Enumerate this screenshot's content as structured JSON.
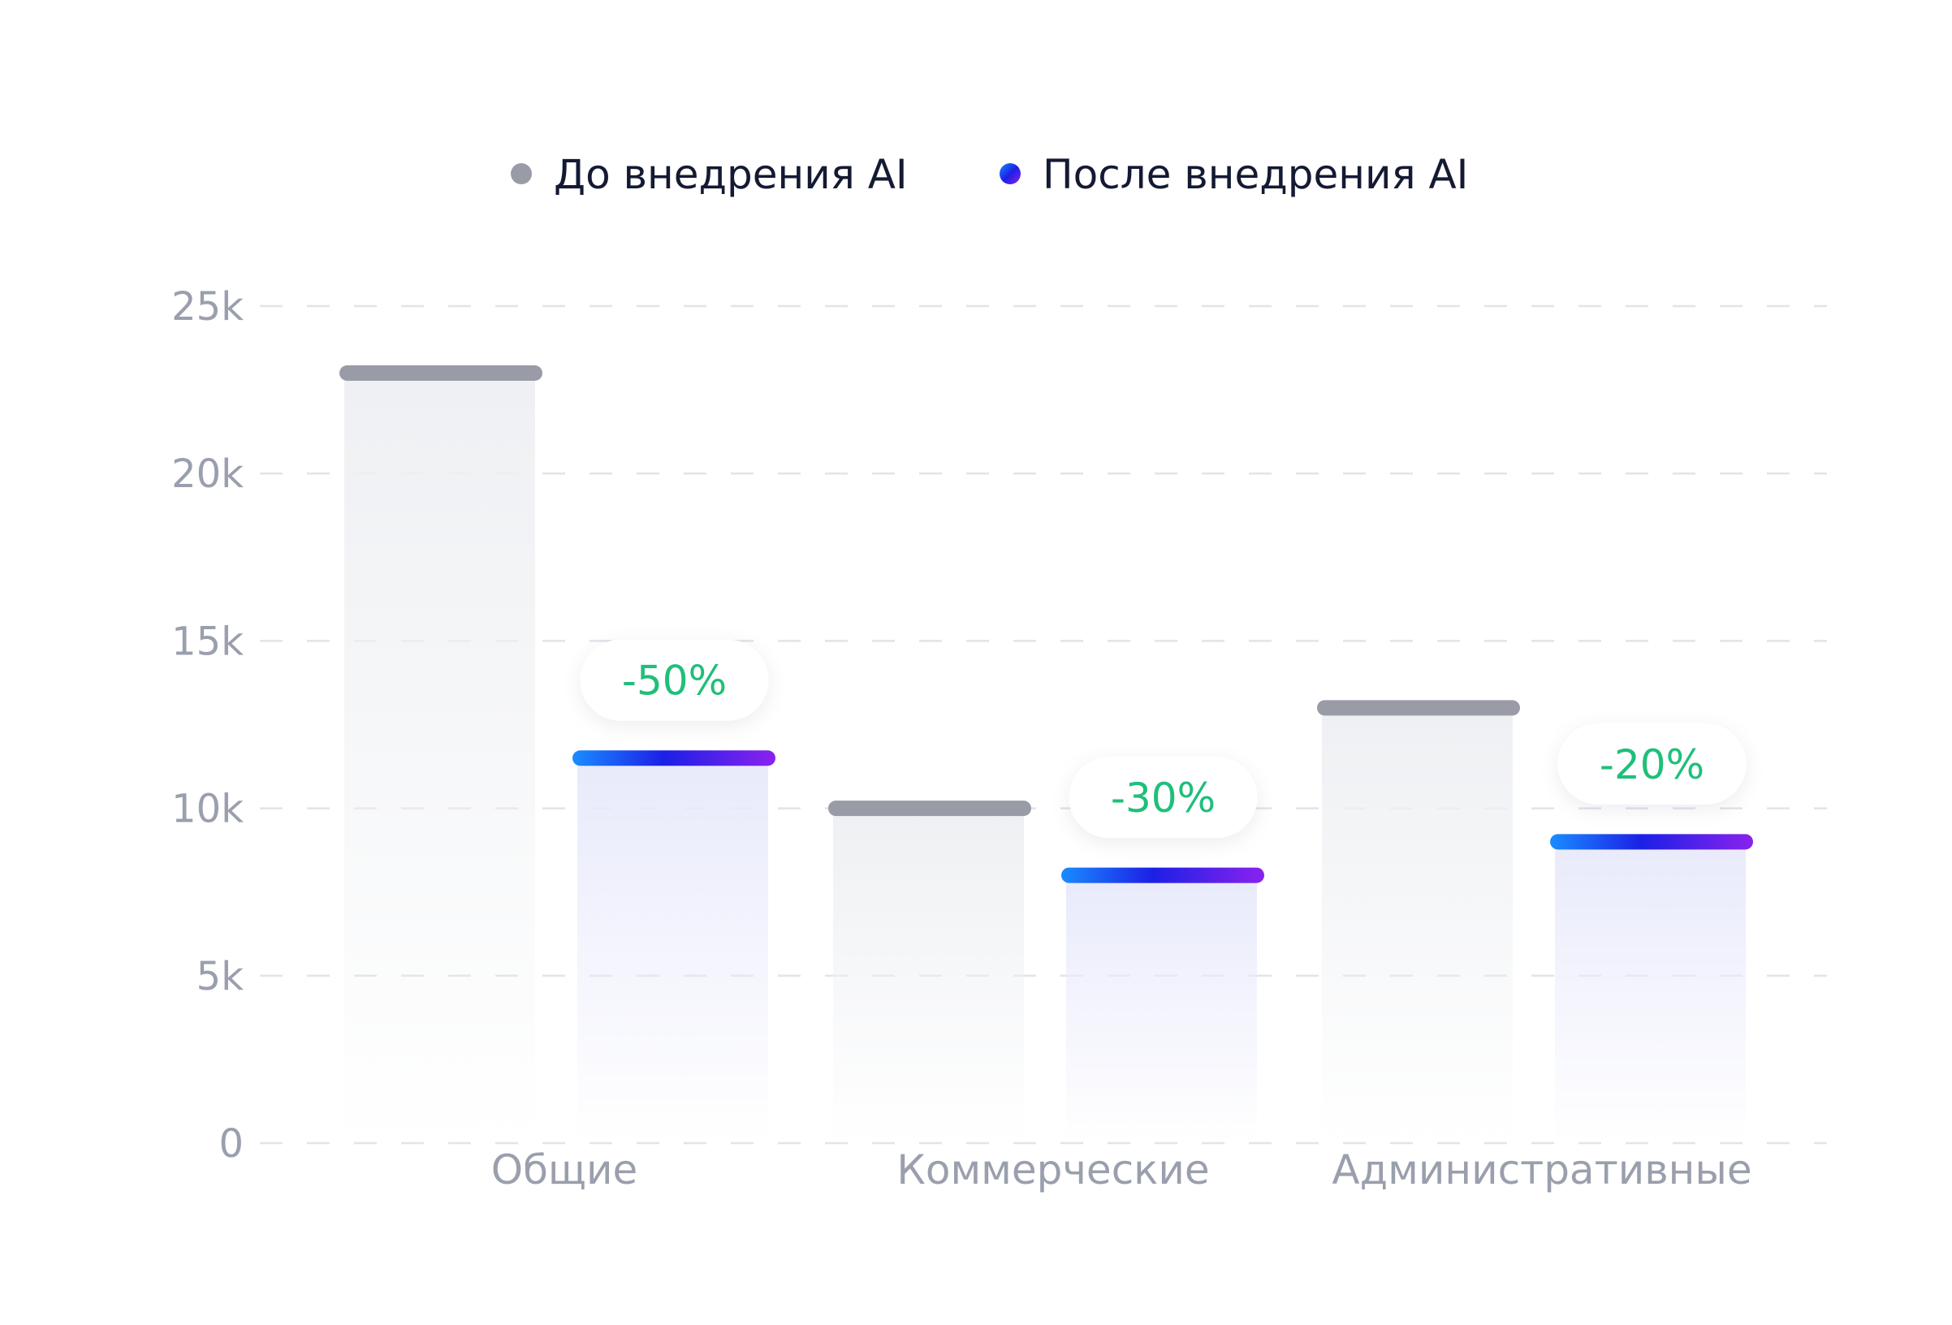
{
  "colors": {
    "before_marker": "#999ba6",
    "before_fill": "#eef0f3",
    "after_gradient": [
      "#1a8cff",
      "#1c20e6",
      "#8a22ee"
    ],
    "after_fill": "#e8eafb",
    "grid": "#e2e4ea",
    "tick_text": "#9a9fad",
    "legend_text": "#141a33",
    "pct_text": "#1fbf7a",
    "pct_badge": "#ffffff"
  },
  "chart_data": {
    "type": "bar",
    "categories": [
      "Общие",
      "Коммерческие",
      "Административные"
    ],
    "series": [
      {
        "name": "До внедрения AI",
        "values": [
          23000,
          10000,
          13000
        ]
      },
      {
        "name": "После внедрения AI",
        "values": [
          11500,
          8000,
          9000
        ]
      }
    ],
    "change_labels": [
      "-50%",
      "-30%",
      "-20%"
    ],
    "y_ticks": [
      0,
      5000,
      10000,
      15000,
      20000,
      25000
    ],
    "y_tick_labels": [
      "0",
      "5k",
      "10k",
      "15k",
      "20k",
      "25k"
    ],
    "ylim": [
      0,
      25000
    ],
    "grid": true,
    "grid_style": "dashed",
    "legend_position": "top-center"
  }
}
